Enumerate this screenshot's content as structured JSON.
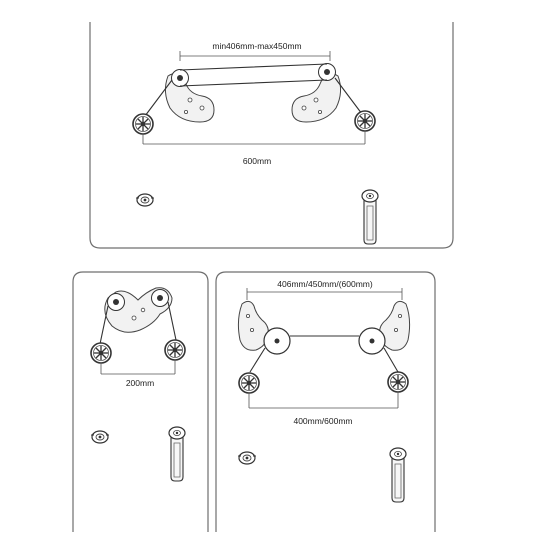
{
  "panels": {
    "top": {
      "dimension_top": "min406mm-max450mm",
      "dimension_bottom": "600mm"
    },
    "bottom_left": {
      "dimension_bottom": "200mm"
    },
    "bottom_right": {
      "dimension_top": "406mm/450mm/(600mm)",
      "dimension_bottom": "400mm/600mm"
    }
  }
}
